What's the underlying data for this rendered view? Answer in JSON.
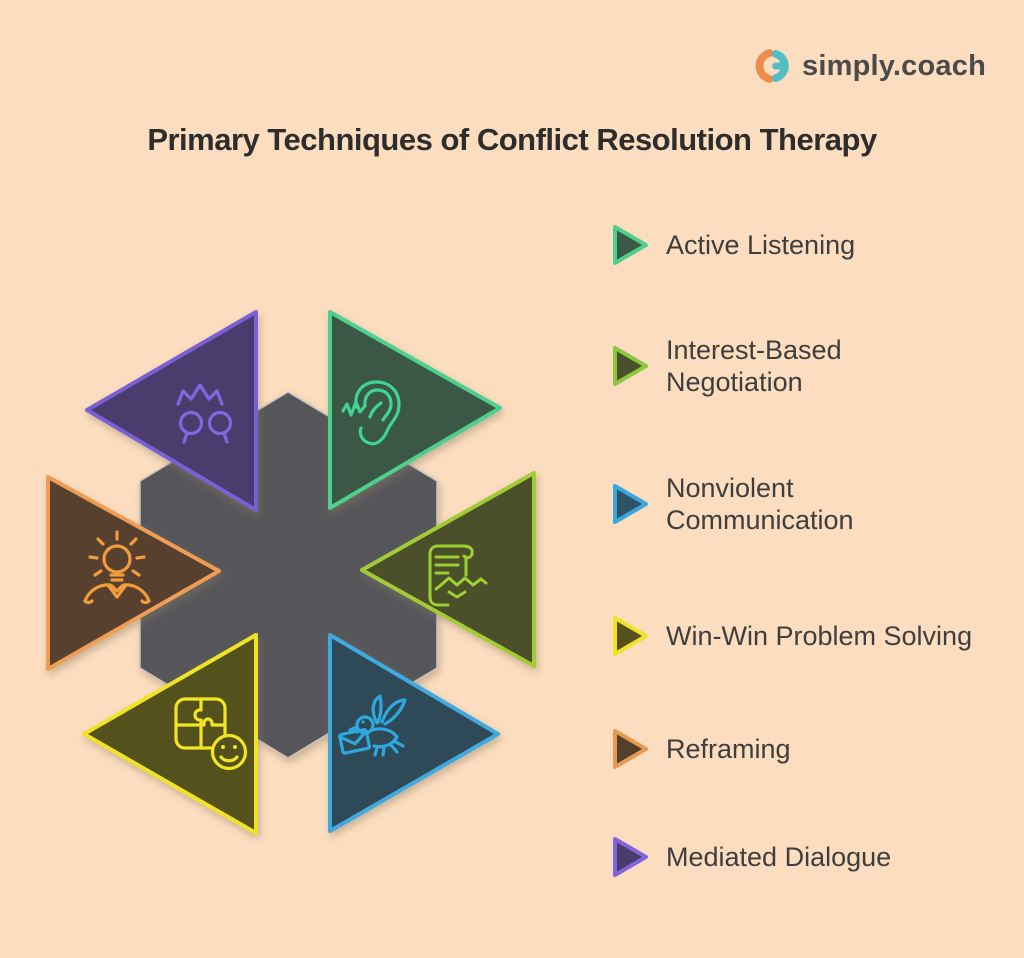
{
  "page": {
    "background_color": "#fcddbf"
  },
  "header": {
    "logo": {
      "text": "simply.coach",
      "icon": "simply-coach-logo-icon",
      "icon_orange": "#ee8d4b",
      "icon_teal": "#54bdc4",
      "text_color": "#4b4b4b"
    },
    "title": {
      "text": "Primary Techniques of Conflict Resolution Therapy",
      "color": "#2d2d2d"
    }
  },
  "diagram": {
    "hexagon_color": "#57565a",
    "segments": [
      {
        "name": "Mediated Dialogue",
        "position": "top-left",
        "direction": "points-left",
        "fill": "#483d6d",
        "border": "#7a60d4",
        "icon": "people-conflict-icon",
        "icon_color": "#7e69e2"
      },
      {
        "name": "Active Listening",
        "position": "top-right",
        "direction": "points-right",
        "fill": "#3b5947",
        "border": "#4ed08d",
        "icon": "listening-ear-icon",
        "icon_color": "#40d492"
      },
      {
        "name": "Interest-Based Negotiation",
        "position": "right",
        "direction": "points-left",
        "fill": "#4b4f2b",
        "border": "#a3cb38",
        "icon": "contract-handshake-icon",
        "icon_color": "#9ed032"
      },
      {
        "name": "Reframing",
        "position": "left",
        "direction": "points-right",
        "fill": "#59412e",
        "border": "#ef9d55",
        "icon": "idea-person-icon",
        "icon_color": "#f29b3e"
      },
      {
        "name": "Win-Win Problem Solving",
        "position": "bottom-left",
        "direction": "points-left",
        "fill": "#55511e",
        "border": "#f0e326",
        "icon": "puzzle-smiley-icon",
        "icon_color": "#f2e524"
      },
      {
        "name": "Nonviolent Communication",
        "position": "bottom-right",
        "direction": "points-right",
        "fill": "#2e4958",
        "border": "#40a9de",
        "icon": "dove-message-icon",
        "icon_color": "#2fa8e0"
      }
    ]
  },
  "legend": {
    "text_color": "#3e3e3e",
    "items": [
      {
        "label": "Active Listening",
        "lines": [
          "Active Listening"
        ],
        "marker_fill": "#3b5947",
        "marker_border": "#4ed08d"
      },
      {
        "label": "Interest-Based Negotiation",
        "lines": [
          "Interest-Based",
          "Negotiation"
        ],
        "marker_fill": "#4b4f2b",
        "marker_border": "#8cc63f"
      },
      {
        "label": "Nonviolent Communication",
        "lines": [
          "Nonviolent",
          "Communication"
        ],
        "marker_fill": "#2e5266",
        "marker_border": "#3aa6e0"
      },
      {
        "label": "Win-Win Problem Solving",
        "lines": [
          "Win-Win Problem Solving"
        ],
        "marker_fill": "#55511e",
        "marker_border": "#f0e326"
      },
      {
        "label": "Reframing",
        "lines": [
          "Reframing"
        ],
        "marker_fill": "#52402c",
        "marker_border": "#e79a54"
      },
      {
        "label": "Mediated Dialogue",
        "lines": [
          "Mediated Dialogue"
        ],
        "marker_fill": "#483d6d",
        "marker_border": "#8365db"
      }
    ]
  }
}
